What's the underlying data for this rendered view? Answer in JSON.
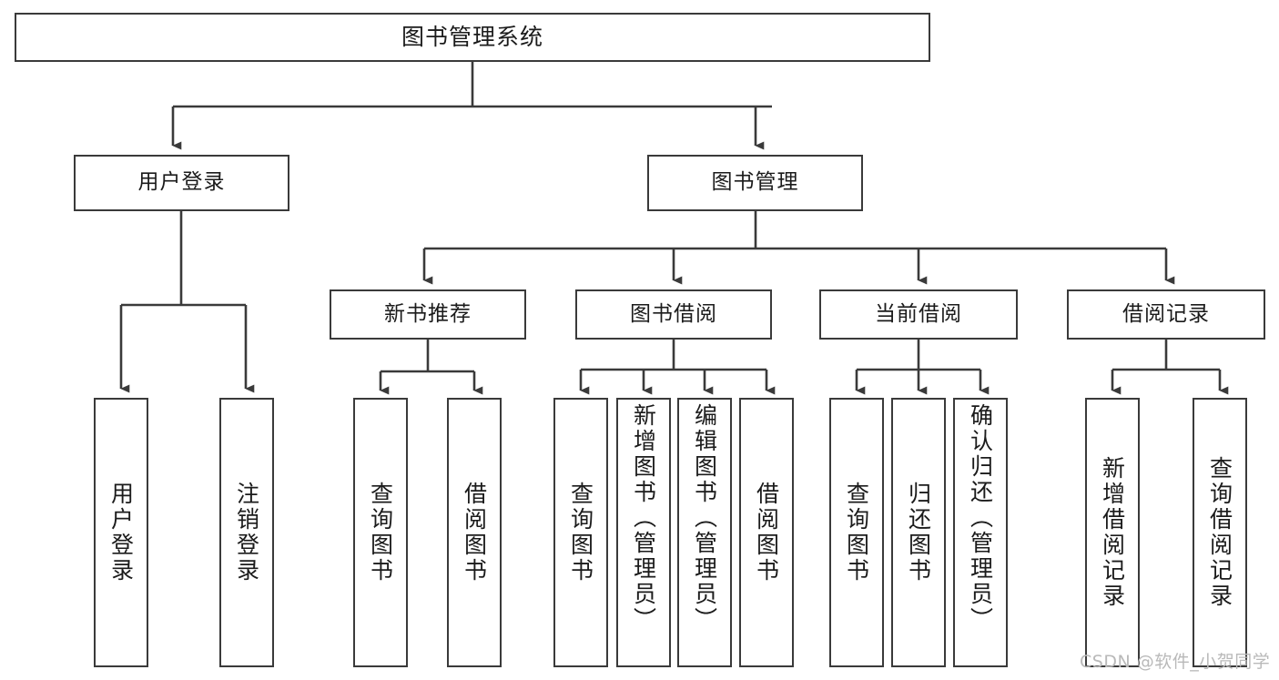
{
  "diagram": {
    "title": "图书管理系统",
    "type": "tree",
    "watermark": "CSDN @软件_小贺同学",
    "colors": {
      "box_border": "#3a3a3a",
      "connector": "#3a3a3a",
      "background": "#ffffff",
      "text": "#1b1b1b",
      "watermark": "#b9b9b9"
    },
    "root": {
      "label": "图书管理系统"
    },
    "level2": [
      {
        "label": "用户登录"
      },
      {
        "label": "图书管理"
      }
    ],
    "level3": [
      {
        "label": "新书推荐"
      },
      {
        "label": "图书借阅"
      },
      {
        "label": "当前借阅"
      },
      {
        "label": "借阅记录"
      }
    ],
    "leaves": {
      "user_login": [
        {
          "label": "用户登录"
        },
        {
          "label": "注销登录"
        }
      ],
      "new_book": [
        {
          "label": "查询图书"
        },
        {
          "label": "借阅图书"
        }
      ],
      "book_borrow": [
        {
          "label": "查询图书"
        },
        {
          "label": "新增图书（管理员）"
        },
        {
          "label": "编辑图书（管理员）"
        },
        {
          "label": "借阅图书"
        }
      ],
      "current_borrow": [
        {
          "label": "查询图书"
        },
        {
          "label": "归还图书"
        },
        {
          "label": "确认归还（管理员）"
        }
      ],
      "borrow_record": [
        {
          "label": "新增借阅记录"
        },
        {
          "label": "查询借阅记录"
        }
      ]
    }
  }
}
